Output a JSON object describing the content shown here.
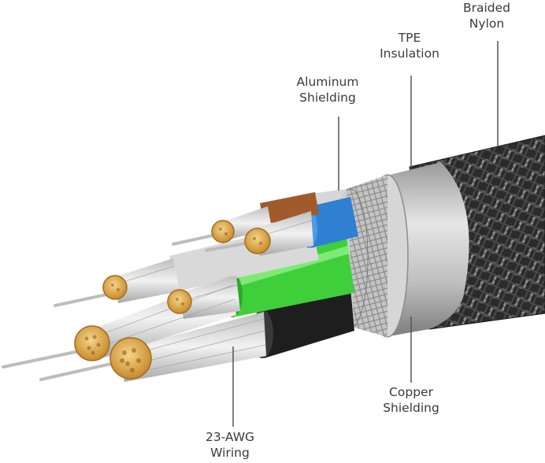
{
  "labels": {
    "braided": {
      "line1": "Braided",
      "line2": "Nylon"
    },
    "tpe": {
      "line1": "TPE",
      "line2": "Insulation"
    },
    "aluminum": {
      "line1": "Aluminum",
      "line2": "Shielding"
    },
    "copper": {
      "line1": "Copper",
      "line2": "Shielding"
    },
    "awg": {
      "line1": "23-AWG",
      "line2": "Wiring"
    }
  },
  "colors": {
    "braid": "#2b2b2b",
    "tpe_sleeve": "#c9c9c9",
    "shield_mesh": "#bdbdbd",
    "wire_brown": "#a05a2c",
    "wire_blue": "#2f7fd3",
    "wire_green": "#3fcf3a",
    "wire_black": "#1e1e1e",
    "wire_white": "#d9d9d9",
    "strands": "#e3e3e3",
    "copper_ends": "#d9a441",
    "leader_line": "#555555"
  }
}
